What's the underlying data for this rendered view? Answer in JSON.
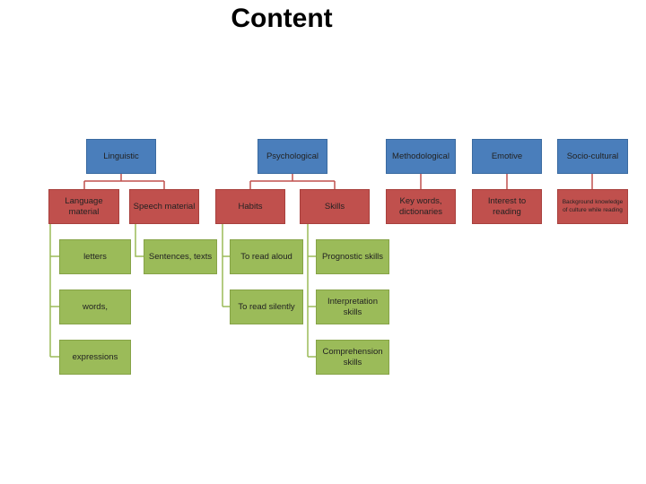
{
  "title": "Content",
  "colors": {
    "category": "#4a7ebb",
    "subcategory": "#c0504d",
    "leaf": "#9bbb59"
  },
  "categories": {
    "linguistic": "Linguistic",
    "psychological": "Psychological",
    "methodological": "Methodological",
    "emotive": "Emotive",
    "sociocultural": "Socio-cultural"
  },
  "subcategories": {
    "language_material": "Language material",
    "speech_material": "Speech material",
    "habits": "Habits",
    "skills": "Skills",
    "key_words": "Key words, dictionaries",
    "interest": "Interest to reading",
    "background": "Background knowledge of culture while reading"
  },
  "leaves": {
    "letters": "letters",
    "words": "words,",
    "expressions": "expressions",
    "sentences": "Sentences, texts",
    "read_aloud": "To read aloud",
    "read_silently": "To read silently",
    "prognostic": "Prognostic skills",
    "interpretation": "Interpretation skills",
    "comprehension": "Comprehension skills"
  }
}
